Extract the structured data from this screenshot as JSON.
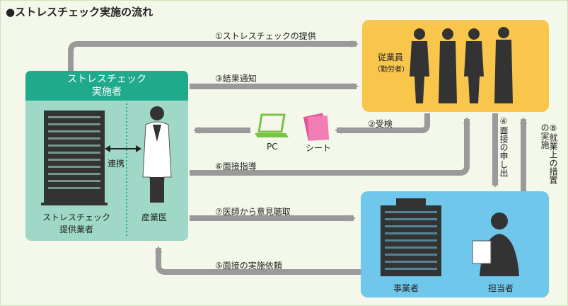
{
  "title": "●ストレスチェック実施の流れ",
  "implementer": {
    "title_line1": "ストレスチェック",
    "title_line2": "実施者",
    "provider_line1": "ストレスチェック",
    "provider_line2": "提供業者",
    "doctor": "産業医",
    "link": "連携"
  },
  "employee": {
    "line1": "従業員",
    "line2": "（勤労者）"
  },
  "business": {
    "owner": "事業者",
    "staff": "担当者"
  },
  "devices": {
    "pc": "PC",
    "sheet": "シート"
  },
  "flows": {
    "f1": "①ストレスチェックの提供",
    "f2": "②受検",
    "f3": "③結果通知",
    "f4": "④面接の申し出",
    "f5": "⑤面接の実施依頼",
    "f6": "⑥面接指導",
    "f7": "⑦医師から意見聴取",
    "f8": "⑧就業上の措置の実施"
  },
  "colors": {
    "implementer_header": "#1faa8b",
    "implementer_body": "#9fd8c6",
    "employee_box": "#f9c64c",
    "business_box": "#6fc7ec",
    "arrow": "#9a9a9a",
    "pc": "#7cc242",
    "sheet": "#e8559a"
  }
}
